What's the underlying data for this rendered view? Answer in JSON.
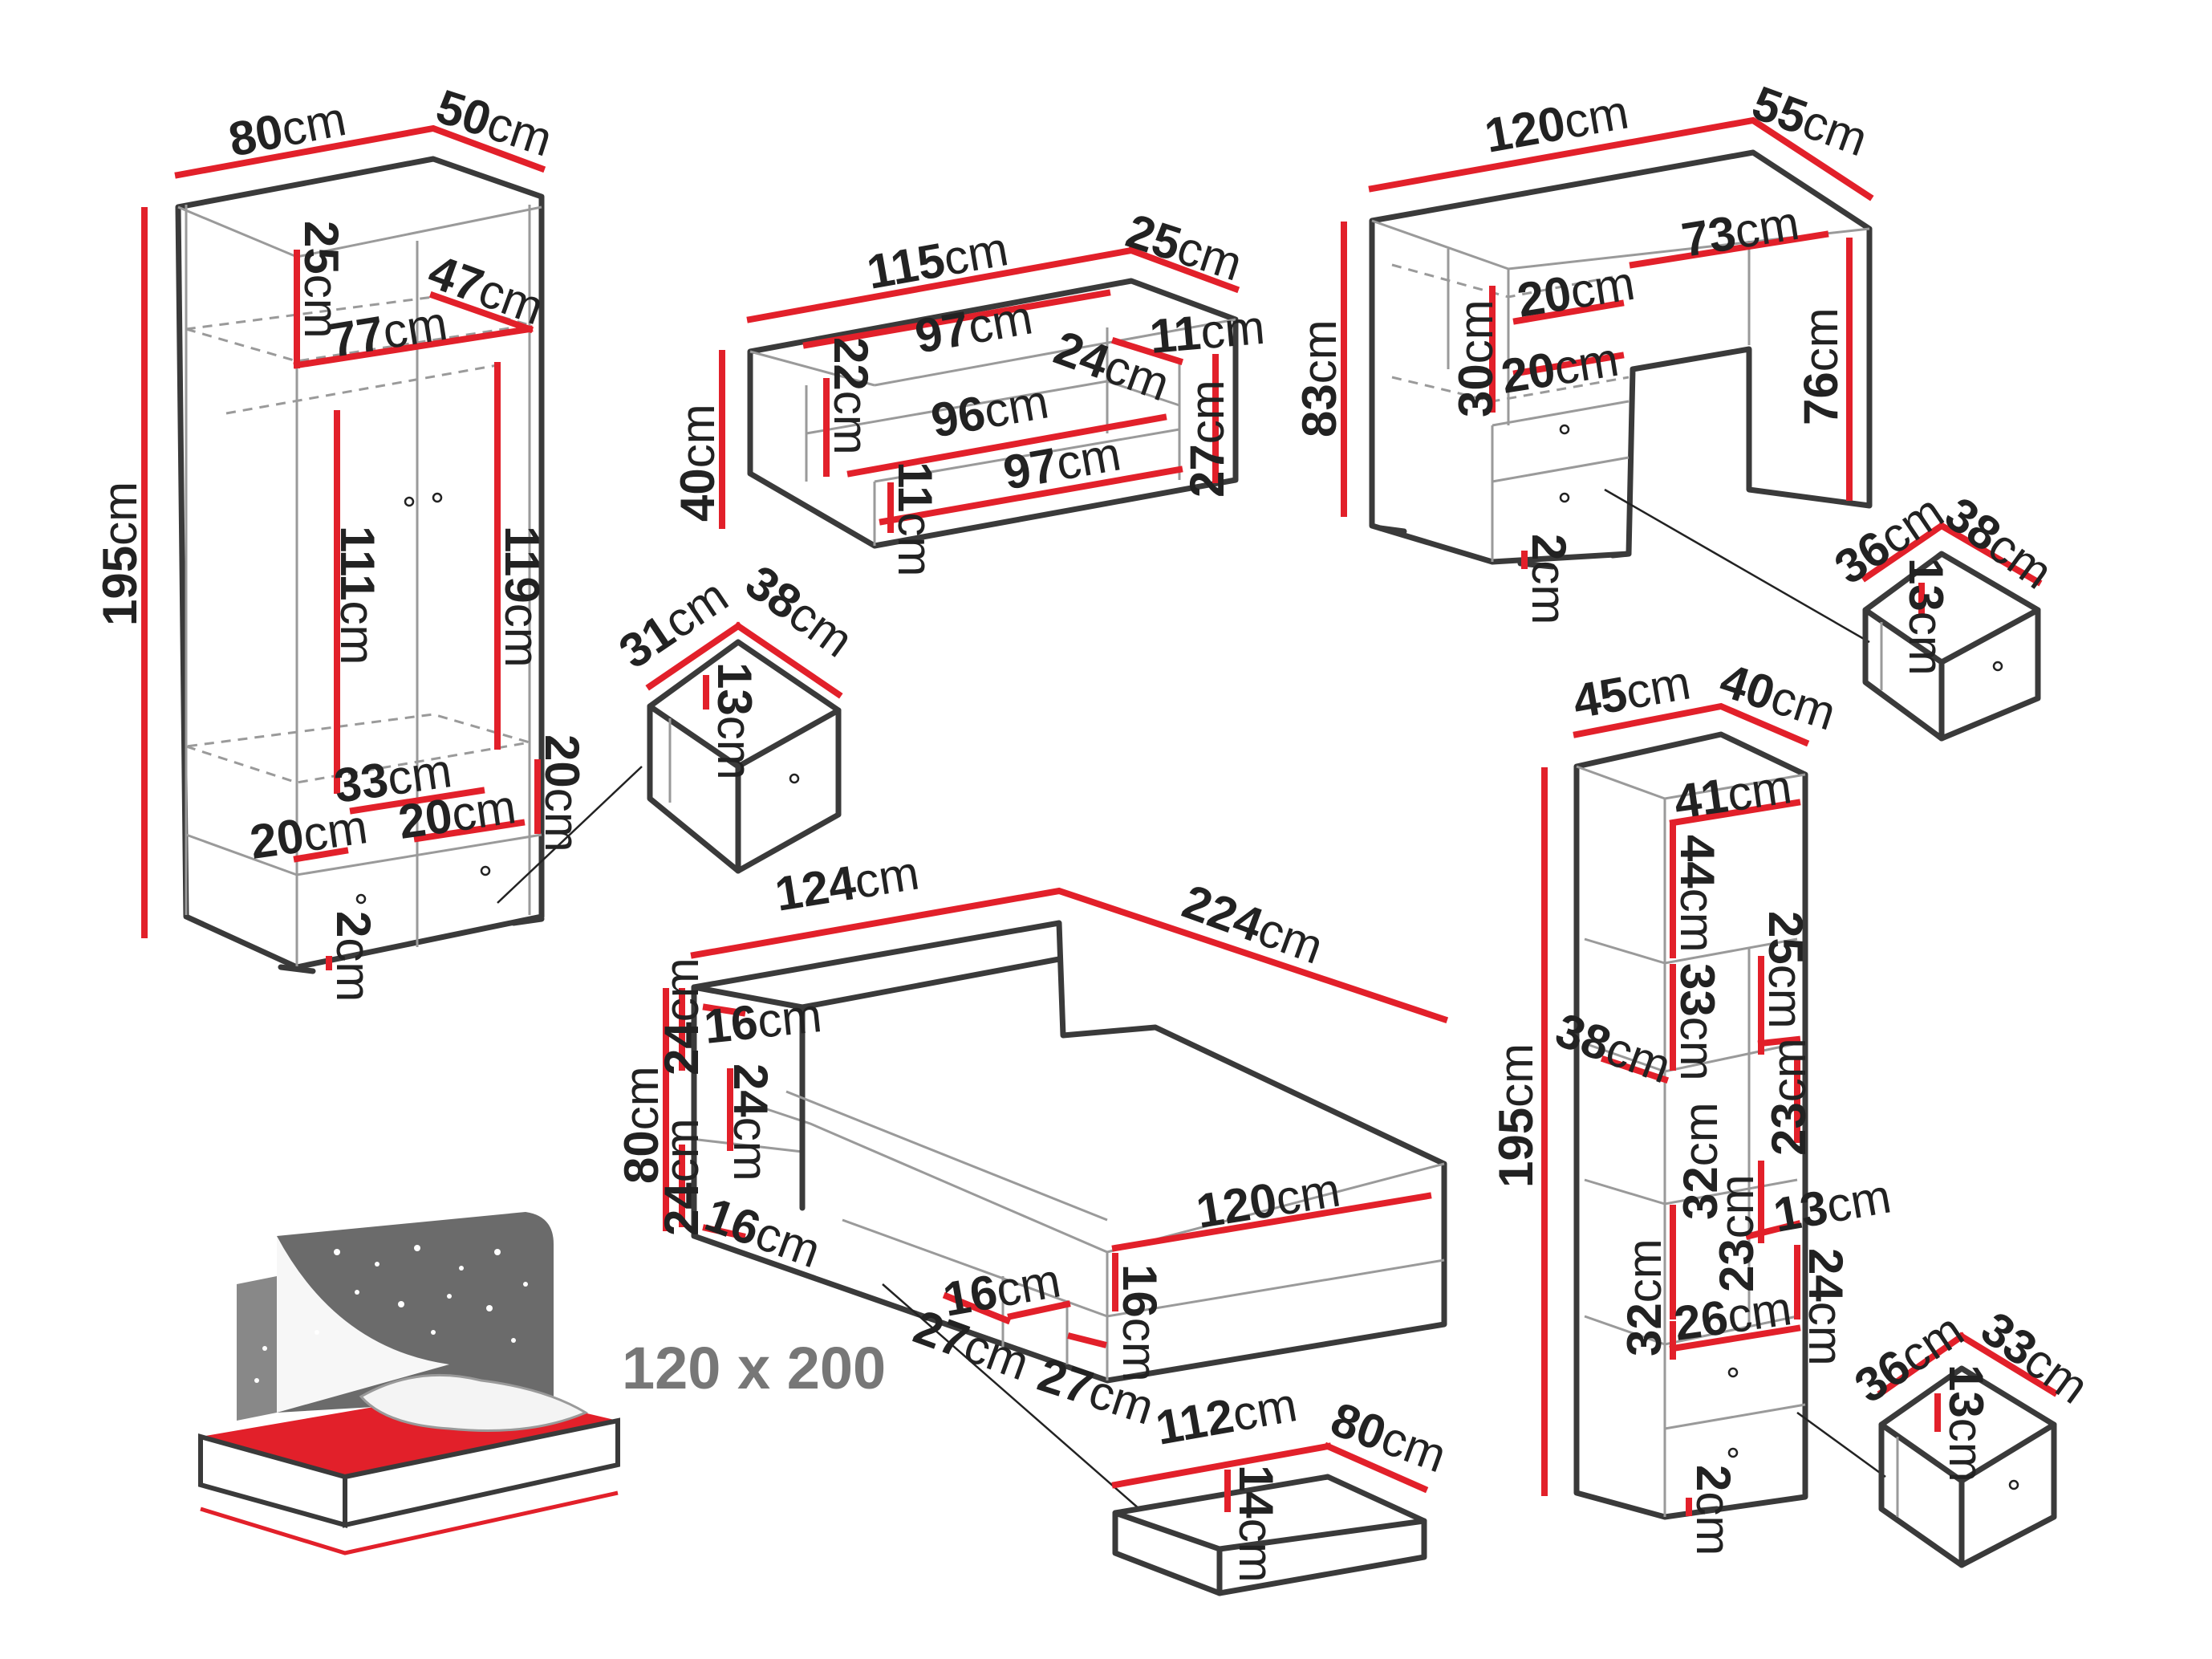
{
  "wardrobe": {
    "dims": {
      "width": {
        "n": "80",
        "u": "cm"
      },
      "depth": {
        "n": "50",
        "u": "cm"
      },
      "height": {
        "n": "195",
        "u": "cm"
      },
      "top_height": {
        "n": "25",
        "u": "cm"
      },
      "top_width": {
        "n": "77",
        "u": "cm"
      },
      "top_depth": {
        "n": "47",
        "u": "cm"
      },
      "left_door": {
        "n": "111",
        "u": "cm"
      },
      "right_door": {
        "n": "119",
        "u": "cm"
      },
      "shelf_33": {
        "n": "33",
        "u": "cm"
      },
      "shelf_20a": {
        "n": "20",
        "u": "cm"
      },
      "shelf_20b": {
        "n": "20",
        "u": "cm"
      },
      "shelf_20c": {
        "n": "20",
        "u": "cm"
      },
      "foot": {
        "n": "2",
        "u": "cm"
      }
    },
    "drawer": {
      "width": {
        "n": "31",
        "u": "cm"
      },
      "depth": {
        "n": "38",
        "u": "cm"
      },
      "height": {
        "n": "13",
        "u": "cm"
      }
    }
  },
  "tv_stand": {
    "dims": {
      "width": {
        "n": "115",
        "u": "cm"
      },
      "depth": {
        "n": "25",
        "u": "cm"
      },
      "height": {
        "n": "40",
        "u": "cm"
      },
      "inner_top": {
        "n": "97",
        "u": "cm"
      },
      "inner_mid": {
        "n": "96",
        "u": "cm"
      },
      "inner_bottom": {
        "n": "97",
        "u": "cm"
      },
      "inner_depth": {
        "n": "24",
        "u": "cm"
      },
      "side_height": {
        "n": "11",
        "u": "cm"
      },
      "h22": {
        "n": "22",
        "u": "cm"
      },
      "h27": {
        "n": "27",
        "u": "cm"
      },
      "h11": {
        "n": "11",
        "u": "cm"
      }
    }
  },
  "desk": {
    "dims": {
      "width": {
        "n": "120",
        "u": "cm"
      },
      "depth": {
        "n": "55",
        "u": "cm"
      },
      "height": {
        "n": "83",
        "u": "cm"
      },
      "leg_width": {
        "n": "73",
        "u": "cm"
      },
      "leg_height": {
        "n": "76",
        "u": "cm"
      },
      "shelf_20a": {
        "n": "20",
        "u": "cm"
      },
      "shelf_20b": {
        "n": "20",
        "u": "cm"
      },
      "h30": {
        "n": "30",
        "u": "cm"
      },
      "foot": {
        "n": "2",
        "u": "cm"
      }
    },
    "drawer": {
      "width": {
        "n": "36",
        "u": "cm"
      },
      "depth": {
        "n": "38",
        "u": "cm"
      },
      "height": {
        "n": "13",
        "u": "cm"
      }
    }
  },
  "bed": {
    "dims": {
      "width": {
        "n": "124",
        "u": "cm"
      },
      "length": {
        "n": "224",
        "u": "cm"
      },
      "height": {
        "n": "80",
        "u": "cm"
      },
      "h24a": {
        "n": "24",
        "u": "cm"
      },
      "h24b": {
        "n": "24",
        "u": "cm"
      },
      "h24c": {
        "n": "24",
        "u": "cm"
      },
      "d16a": {
        "n": "16",
        "u": "cm"
      },
      "d16b": {
        "n": "16",
        "u": "cm"
      },
      "d16c": {
        "n": "16",
        "u": "cm"
      },
      "d16d": {
        "n": "16",
        "u": "cm"
      },
      "inner_width": {
        "n": "120",
        "u": "cm"
      },
      "d27a": {
        "n": "27",
        "u": "cm"
      },
      "d27b": {
        "n": "27",
        "u": "cm"
      }
    },
    "drawer": {
      "width": {
        "n": "112",
        "u": "cm"
      },
      "depth": {
        "n": "80",
        "u": "cm"
      },
      "height": {
        "n": "14",
        "u": "cm"
      }
    },
    "mattress_size": "120 x 200"
  },
  "bookcase": {
    "dims": {
      "width": {
        "n": "45",
        "u": "cm"
      },
      "depth": {
        "n": "40",
        "u": "cm"
      },
      "height": {
        "n": "195",
        "u": "cm"
      },
      "inner_width": {
        "n": "41",
        "u": "cm"
      },
      "h44": {
        "n": "44",
        "u": "cm"
      },
      "h25": {
        "n": "25",
        "u": "cm"
      },
      "h33": {
        "n": "33",
        "u": "cm"
      },
      "d38": {
        "n": "38",
        "u": "cm"
      },
      "h23a": {
        "n": "23",
        "u": "cm"
      },
      "h32a": {
        "n": "32",
        "u": "cm"
      },
      "w13": {
        "n": "13",
        "u": "cm"
      },
      "h23b": {
        "n": "23",
        "u": "cm"
      },
      "h24": {
        "n": "24",
        "u": "cm"
      },
      "h32b": {
        "n": "32",
        "u": "cm"
      },
      "w26": {
        "n": "26",
        "u": "cm"
      },
      "foot": {
        "n": "2",
        "u": "cm"
      }
    },
    "drawer": {
      "width": {
        "n": "36",
        "u": "cm"
      },
      "depth": {
        "n": "33",
        "u": "cm"
      },
      "height": {
        "n": "13",
        "u": "cm"
      }
    }
  }
}
